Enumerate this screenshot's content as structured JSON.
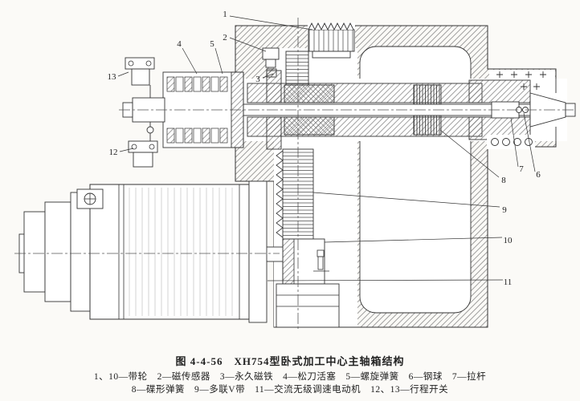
{
  "figure": {
    "caption": "图 4-4-56　XH754型卧式加工中心主轴箱结构",
    "legend_line1": "1、10—带轮　2—磁传感器　3—永久磁铁　4—松刀活塞　5—螺旋弹簧　6—钢球　7—拉杆",
    "legend_line2": "8—碟形弹簧　9—多联V带　11—交流无级调速电动机　12、13—行程开关"
  },
  "callouts": {
    "c1": "1",
    "c2": "2",
    "c3": "3",
    "c4": "4",
    "c5": "5",
    "c6": "6",
    "c7": "7",
    "c8": "8",
    "c9": "9",
    "c10": "10",
    "c11": "11",
    "c12": "12",
    "c13": "13"
  },
  "colors": {
    "ink": "#333333",
    "paper": "#fbfaf7"
  }
}
